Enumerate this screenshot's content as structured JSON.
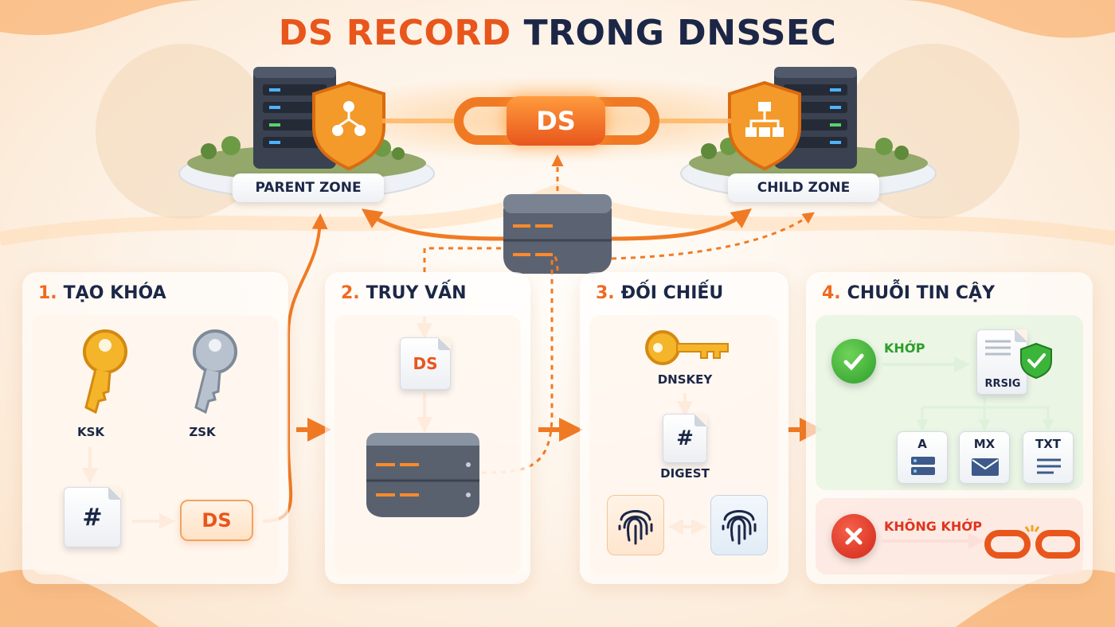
{
  "title": {
    "part1": "DS RECORD",
    "part2": "TRONG DNSSEC"
  },
  "zones": {
    "parent": "PARENT ZONE",
    "child": "CHILD ZONE",
    "link": "DS"
  },
  "steps": [
    {
      "num": "1.",
      "title": "TẠO KHÓA"
    },
    {
      "num": "2.",
      "title": "TRUY VẤN"
    },
    {
      "num": "3.",
      "title": "ĐỐI CHIẾU"
    },
    {
      "num": "4.",
      "title": "CHUỖI TIN CẬY"
    }
  ],
  "step1": {
    "ksk": "KSK",
    "zsk": "ZSK",
    "hash": "#",
    "ds": "DS"
  },
  "step2": {
    "ds": "DS"
  },
  "step3": {
    "dnskey": "DNSKEY",
    "hash": "#",
    "digest": "DIGEST"
  },
  "step4": {
    "match": "KHỚP",
    "rrsig": "RRSIG",
    "records": [
      "A",
      "MX",
      "TXT"
    ],
    "nomatch": "KHÔNG KHỚP"
  },
  "colors": {
    "accent": "#e8561c",
    "navy": "#1c2747",
    "green": "#2c9e2a",
    "red": "#e0341e"
  }
}
